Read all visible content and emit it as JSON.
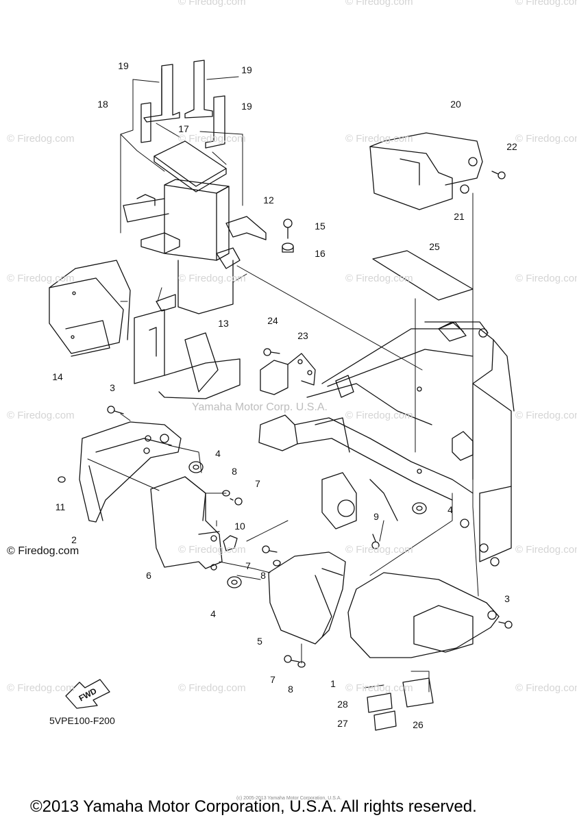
{
  "diagram": {
    "part_code": "5VPE100-F200",
    "copyright": "©2013 Yamaha Motor Corporation, U.S.A. All rights reserved.",
    "small_copyright": "(c) 2005-2013 Yamaha Motor Corporation, U.S.A.",
    "center_watermark": "Yamaha Motor Corp. U.S.A.",
    "left_firedog_mark": "© Firedog.com",
    "watermark_text": "© Firedog.com",
    "fwd_label": "FWD",
    "callouts": [
      "19",
      "19",
      "19",
      "18",
      "17",
      "20",
      "22",
      "21",
      "12",
      "15",
      "16",
      "25",
      "14",
      "24",
      "23",
      "13",
      "3",
      "4",
      "8",
      "7",
      "11",
      "2",
      "10",
      "9",
      "4",
      "6",
      "7",
      "8",
      "4",
      "5",
      "3",
      "1",
      "7",
      "8",
      "28",
      "27",
      "26"
    ]
  }
}
